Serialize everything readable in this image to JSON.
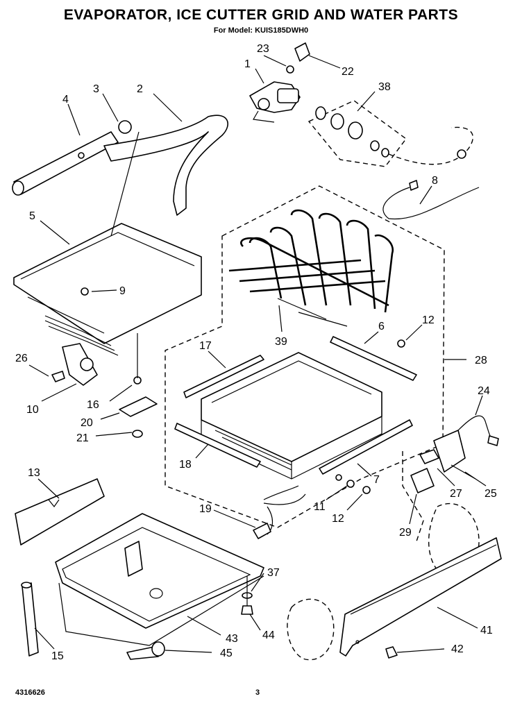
{
  "title": "EVAPORATOR, ICE CUTTER GRID AND WATER PARTS",
  "subtitle": "For Model: KUIS185DWH0",
  "doc_number": "4316626",
  "page_number": "3",
  "callouts": [
    {
      "id": "c1",
      "label": "1"
    },
    {
      "id": "c2",
      "label": "2"
    },
    {
      "id": "c3",
      "label": "3"
    },
    {
      "id": "c4",
      "label": "4"
    },
    {
      "id": "c5",
      "label": "5"
    },
    {
      "id": "c6",
      "label": "6"
    },
    {
      "id": "c7",
      "label": "7"
    },
    {
      "id": "c8",
      "label": "8"
    },
    {
      "id": "c9",
      "label": "9"
    },
    {
      "id": "c10",
      "label": "10"
    },
    {
      "id": "c11",
      "label": "11"
    },
    {
      "id": "c12a",
      "label": "12"
    },
    {
      "id": "c12b",
      "label": "12"
    },
    {
      "id": "c13",
      "label": "13"
    },
    {
      "id": "c15",
      "label": "15"
    },
    {
      "id": "c16",
      "label": "16"
    },
    {
      "id": "c17",
      "label": "17"
    },
    {
      "id": "c18",
      "label": "18"
    },
    {
      "id": "c19",
      "label": "19"
    },
    {
      "id": "c20",
      "label": "20"
    },
    {
      "id": "c21",
      "label": "21"
    },
    {
      "id": "c22",
      "label": "22"
    },
    {
      "id": "c23",
      "label": "23"
    },
    {
      "id": "c24",
      "label": "24"
    },
    {
      "id": "c25",
      "label": "25"
    },
    {
      "id": "c26",
      "label": "26"
    },
    {
      "id": "c27",
      "label": "27"
    },
    {
      "id": "c28",
      "label": "28"
    },
    {
      "id": "c29",
      "label": "29"
    },
    {
      "id": "c37",
      "label": "37"
    },
    {
      "id": "c38",
      "label": "38"
    },
    {
      "id": "c39",
      "label": "39"
    },
    {
      "id": "c41",
      "label": "41"
    },
    {
      "id": "c42",
      "label": "42"
    },
    {
      "id": "c43",
      "label": "43"
    },
    {
      "id": "c44",
      "label": "44"
    },
    {
      "id": "c45",
      "label": "45"
    }
  ]
}
